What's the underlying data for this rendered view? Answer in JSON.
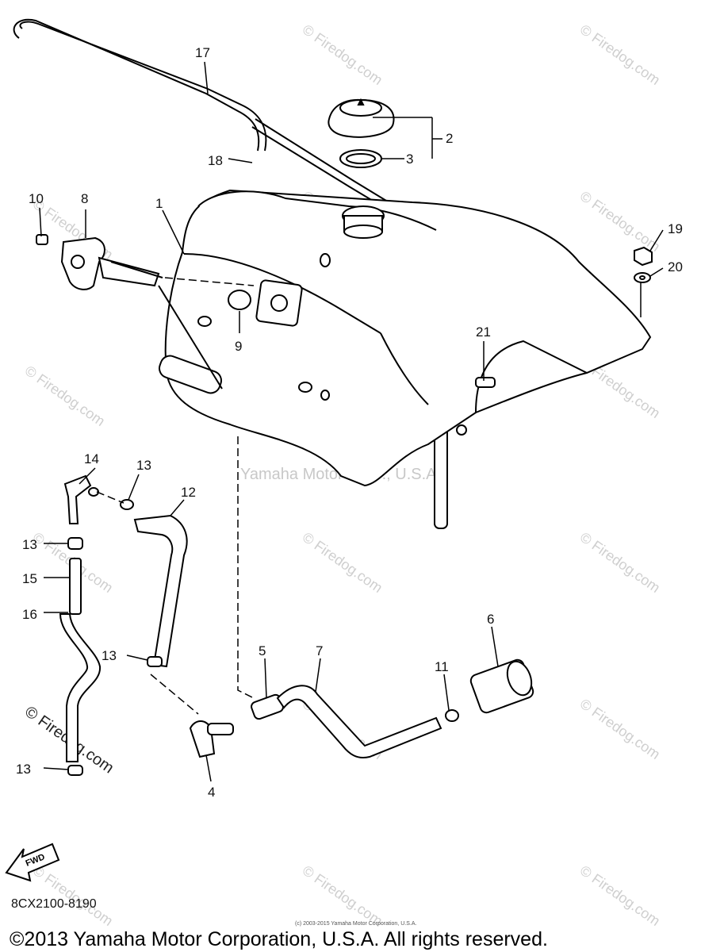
{
  "watermark": {
    "site": "Firedog.com",
    "center_text": "Yamaha Motor Corp., U.S.A.",
    "side_text": "© Firedog.com"
  },
  "callouts": [
    {
      "id": "1",
      "label": "1"
    },
    {
      "id": "2",
      "label": "2"
    },
    {
      "id": "3",
      "label": "3"
    },
    {
      "id": "4",
      "label": "4"
    },
    {
      "id": "5",
      "label": "5"
    },
    {
      "id": "6",
      "label": "6"
    },
    {
      "id": "7",
      "label": "7"
    },
    {
      "id": "8",
      "label": "8"
    },
    {
      "id": "9",
      "label": "9"
    },
    {
      "id": "10",
      "label": "10"
    },
    {
      "id": "11",
      "label": "11"
    },
    {
      "id": "12",
      "label": "12"
    },
    {
      "id": "13a",
      "label": "13"
    },
    {
      "id": "13b",
      "label": "13"
    },
    {
      "id": "13c",
      "label": "13"
    },
    {
      "id": "13d",
      "label": "13"
    },
    {
      "id": "14",
      "label": "14"
    },
    {
      "id": "15",
      "label": "15"
    },
    {
      "id": "16",
      "label": "16"
    },
    {
      "id": "17",
      "label": "17"
    },
    {
      "id": "18",
      "label": "18"
    },
    {
      "id": "19",
      "label": "19"
    },
    {
      "id": "20",
      "label": "20"
    },
    {
      "id": "21",
      "label": "21"
    }
  ],
  "fwd_label": "FWD",
  "part_code": "8CX2100-8190",
  "small_copyright": "(c) 2003-2015 Yamaha Motor Corporation, U.S.A.",
  "copyright": "©2013 Yamaha Motor Corporation, U.S.A. All rights reserved."
}
